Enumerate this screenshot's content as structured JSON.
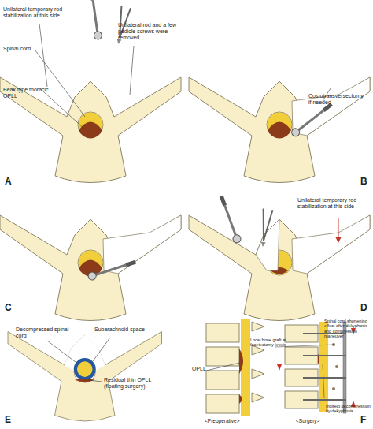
{
  "diagram": {
    "labels": [
      "Unilateral temporary rod stabilization at this side",
      "Spinal cord",
      "Unilateral rod and a few pedicle screws were removed.",
      "Beak type thoracic OPLL",
      "A",
      "Costotransversectomy if needed",
      "B",
      "C",
      "Unilateral temporary rod stabilization at this side",
      "D",
      "Decompressed spinal cord",
      "Subarachnoid space",
      "Residual thin OPLL (floating surgery)",
      "E",
      "OPLL",
      "Local bone graft at facetectomy levels",
      "Spinal cord shortening effect after dekyphosis and compression maneuver",
      "Indirect decompression by dekyphosis",
      "<Preoperative>",
      "<Surgery>",
      "F"
    ]
  }
}
